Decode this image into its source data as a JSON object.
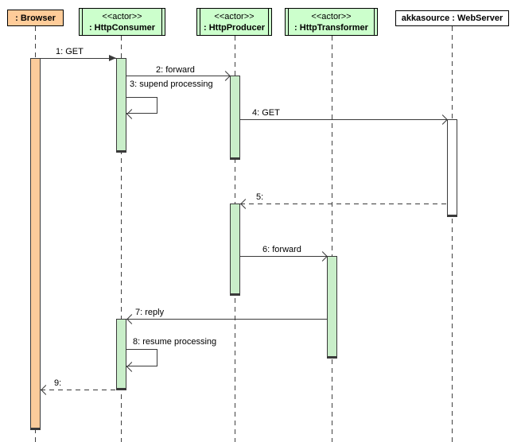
{
  "diagram": {
    "type": "uml-sequence-diagram",
    "background": "#FFFFFF",
    "colors": {
      "object_box_fill": "#FFCC99",
      "actor_box_fill": "#CCFFCC",
      "activation_green": "#C9EEC9",
      "activation_orange": "#FBCC9B",
      "activation_white": "#FFFFFF",
      "line": "#3A3A3A",
      "border": "#000000"
    },
    "participants": [
      {
        "id": "browser",
        "stereotype": "",
        "name": ": Browser"
      },
      {
        "id": "consumer",
        "stereotype": "<<actor>>",
        "name": ": HttpConsumer"
      },
      {
        "id": "producer",
        "stereotype": "<<actor>>",
        "name": ": HttpProducer"
      },
      {
        "id": "transformer",
        "stereotype": "<<actor>>",
        "name": ": HttpTransformer"
      },
      {
        "id": "webserver",
        "stereotype": "",
        "name": "akkasource : WebServer"
      }
    ],
    "messages": [
      {
        "num": 1,
        "label": "1: GET",
        "from": "browser",
        "to": "consumer",
        "line": "solid",
        "arrow": "filled"
      },
      {
        "num": 2,
        "label": "2: forward",
        "from": "consumer",
        "to": "producer",
        "line": "solid",
        "arrow": "open"
      },
      {
        "num": 3,
        "label": "3: supend processing",
        "from": "consumer",
        "to": "consumer",
        "line": "solid",
        "arrow": "open",
        "self": true
      },
      {
        "num": 4,
        "label": "4: GET",
        "from": "producer",
        "to": "webserver",
        "line": "solid",
        "arrow": "open"
      },
      {
        "num": 5,
        "label": "5:",
        "from": "webserver",
        "to": "producer",
        "line": "dashed",
        "arrow": "open"
      },
      {
        "num": 6,
        "label": "6: forward",
        "from": "producer",
        "to": "transformer",
        "line": "solid",
        "arrow": "open"
      },
      {
        "num": 7,
        "label": "7: reply",
        "from": "transformer",
        "to": "consumer",
        "line": "solid",
        "arrow": "open"
      },
      {
        "num": 8,
        "label": "8: resume processing",
        "from": "consumer",
        "to": "consumer",
        "line": "solid",
        "arrow": "open",
        "self": true
      },
      {
        "num": 9,
        "label": "9:",
        "from": "consumer",
        "to": "browser",
        "line": "dashed",
        "arrow": "open"
      }
    ]
  }
}
